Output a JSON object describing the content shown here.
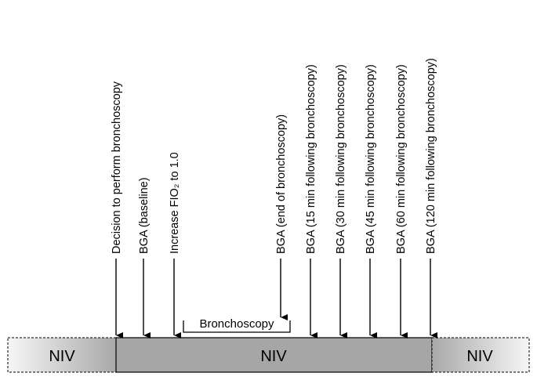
{
  "events": [
    {
      "label": "Decision to perform bronchoscopy"
    },
    {
      "label": "BGA (baseline)"
    },
    {
      "label": "Increase FIO₂ to 1.0"
    },
    {
      "label": "BGA (end of bronchoscopy)"
    },
    {
      "label": "BGA (15 min following bronchoscopy)"
    },
    {
      "label": "BGA (30 min following bronchoscopy)"
    },
    {
      "label": "BGA (45 min following bronchoscopy)"
    },
    {
      "label": "BGA (60 min following bronchoscopy)"
    },
    {
      "label": "BGA (120 min following bronchoscopy)"
    }
  ],
  "bronchoscopy_label": "Bronchoscopy",
  "phases": {
    "left": "NIV",
    "middle": "NIV",
    "right": "NIV"
  },
  "colors": {
    "bar_main": "#a6a6a6",
    "bar_edge_light": "#f4f4f4",
    "line": "#000000"
  }
}
